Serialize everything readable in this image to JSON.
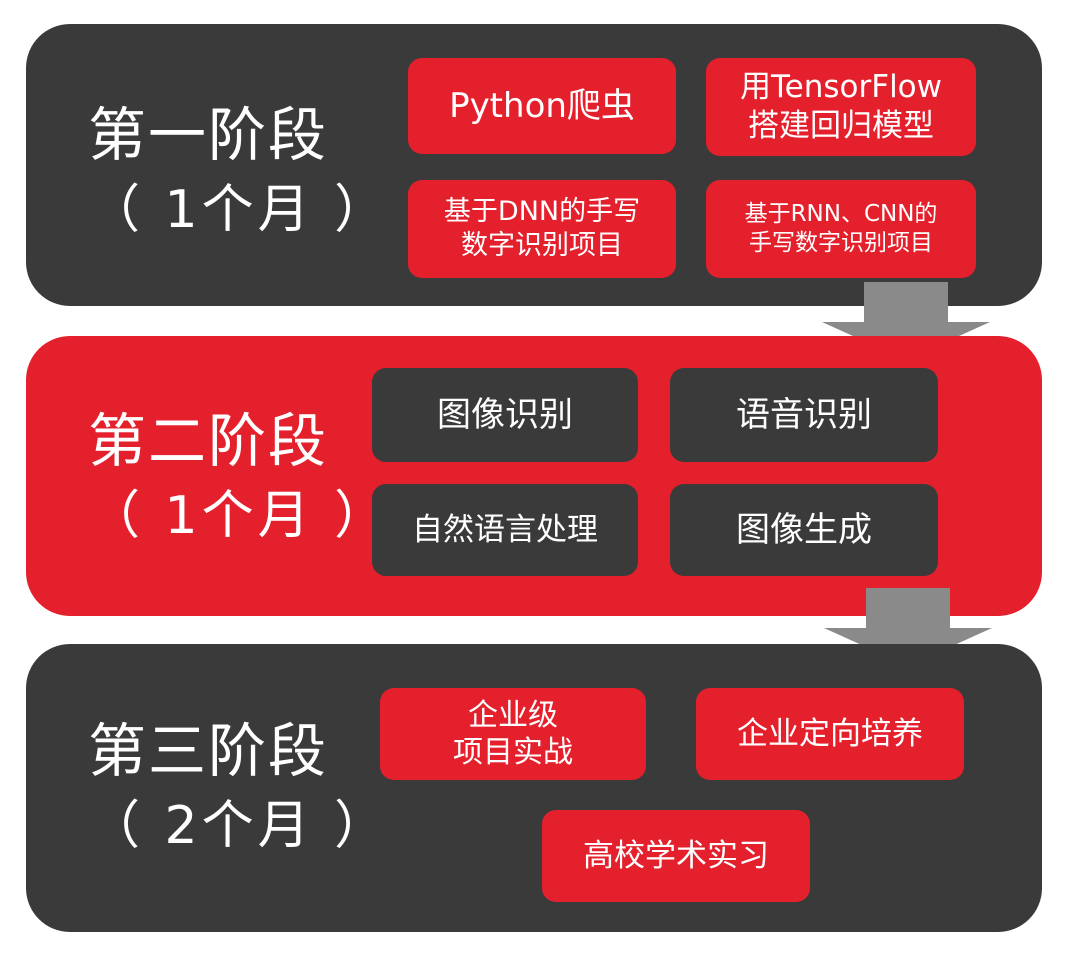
{
  "colors": {
    "dark": "#3a3a3b",
    "red": "#e4202d",
    "arrow": "#8a8a8a"
  },
  "stages": [
    {
      "title": "第一阶段",
      "duration": "（ 1个月 ）",
      "items": [
        {
          "lines": [
            "Python爬虫"
          ]
        },
        {
          "lines": [
            "用TensorFlow",
            "搭建回归模型"
          ]
        },
        {
          "lines": [
            "基于DNN的手写",
            "数字识别项目"
          ]
        },
        {
          "lines": [
            "基于RNN、CNN的",
            "手写数字识别项目"
          ]
        }
      ]
    },
    {
      "title": "第二阶段",
      "duration": "（ 1个月 ）",
      "items": [
        {
          "lines": [
            "图像识别"
          ]
        },
        {
          "lines": [
            "语音识别"
          ]
        },
        {
          "lines": [
            "自然语言处理"
          ]
        },
        {
          "lines": [
            "图像生成"
          ]
        }
      ]
    },
    {
      "title": "第三阶段",
      "duration": "（ 2个月 ）",
      "items": [
        {
          "lines": [
            "企业级",
            "项目实战"
          ]
        },
        {
          "lines": [
            "企业定向培养"
          ]
        },
        {
          "lines": [
            "高校学术实习"
          ]
        }
      ]
    }
  ]
}
